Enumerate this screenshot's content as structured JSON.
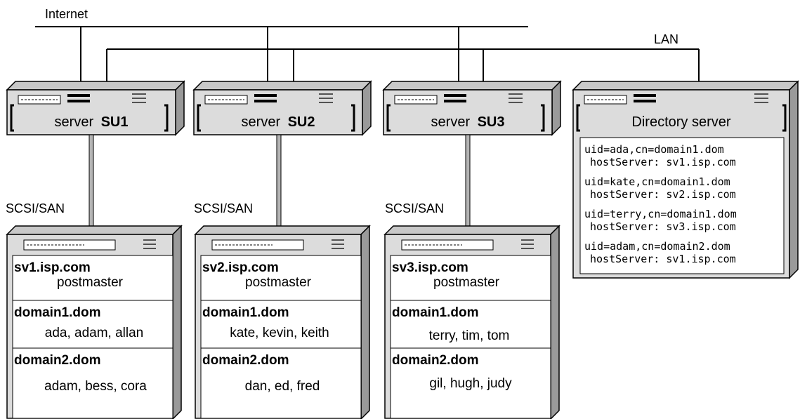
{
  "labels": {
    "internet": "Internet",
    "lan": "LAN",
    "scsi_san": "SCSI/SAN"
  },
  "servers": [
    {
      "prefix": "server",
      "id": "SU1",
      "storage": {
        "host": "sv1.isp.com",
        "host_user": "postmaster",
        "domains": [
          {
            "name": "domain1.dom",
            "users": "ada, adam, allan"
          },
          {
            "name": "domain2.dom",
            "users": "adam, bess, cora"
          }
        ]
      }
    },
    {
      "prefix": "server",
      "id": "SU2",
      "storage": {
        "host": "sv2.isp.com",
        "host_user": "postmaster",
        "domains": [
          {
            "name": "domain1.dom",
            "users": "kate, kevin, keith"
          },
          {
            "name": "domain2.dom",
            "users": "dan, ed, fred"
          }
        ]
      }
    },
    {
      "prefix": "server",
      "id": "SU3",
      "storage": {
        "host": "sv3.isp.com",
        "host_user": "postmaster",
        "domains": [
          {
            "name": "domain1.dom",
            "users": "terry, tim, tom"
          },
          {
            "name": "domain2.dom",
            "users": "gil, hugh, judy"
          }
        ]
      }
    }
  ],
  "directory": {
    "title": "Directory server",
    "entries": [
      {
        "dn": "uid=ada,cn=domain1.dom",
        "host": "hostServer: sv1.isp.com"
      },
      {
        "dn": "uid=kate,cn=domain1.dom",
        "host": "hostServer: sv2.isp.com"
      },
      {
        "dn": "uid=terry,cn=domain1.dom",
        "host": "hostServer: sv3.isp.com"
      },
      {
        "dn": "uid=adam,cn=domain2.dom",
        "host": "hostServer: sv1.isp.com"
      }
    ]
  }
}
